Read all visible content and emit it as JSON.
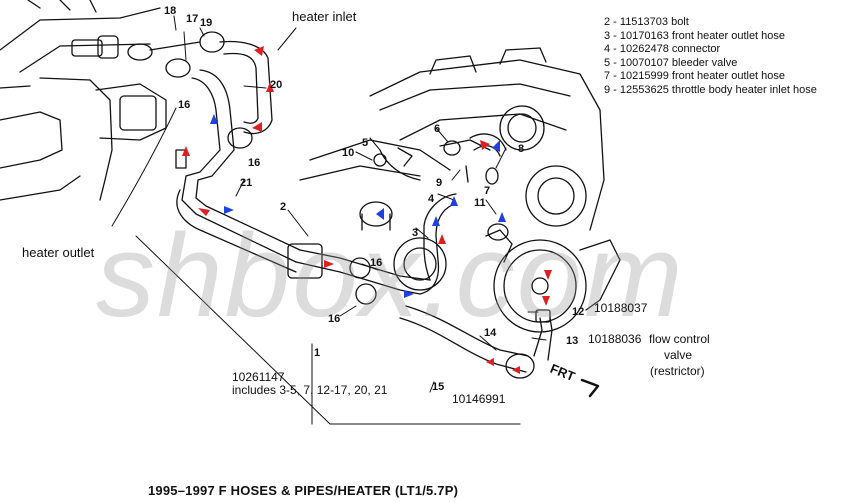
{
  "legend": [
    "2 - 11513703 bolt",
    "3 - 10170163 front heater outlet hose",
    "4 - 10262478 connector",
    "5 - 10070107 bleeder valve",
    "7 - 10215999 front heater outlet hose",
    "9 - 12553625 throttle body heater inlet hose"
  ],
  "labels": {
    "heater_inlet": "heater inlet",
    "heater_outlet": "heater outlet",
    "pn_10188037": "10188037",
    "pn_10188036": "10188036",
    "flow_control_1": "flow control",
    "flow_control_2": "valve",
    "flow_control_3": "(restrictor)",
    "pn_10261147": "10261147",
    "includes": "includes 3-5, 7, 12-17, 20, 21",
    "pn_10146991": "10146991",
    "frt": "FRT",
    "watermark": "shbox.com"
  },
  "callouts": [
    "18",
    "17",
    "19",
    "20",
    "16",
    "16",
    "21",
    "5",
    "10",
    "6",
    "8",
    "9",
    "7",
    "4",
    "11",
    "2",
    "3",
    "16",
    "16",
    "1",
    "12",
    "13",
    "14",
    "15"
  ],
  "title": "1995–1997 F HOSES & PIPES/HEATER (LT1/5.7P)",
  "colors": {
    "flow_red": "#e02020",
    "flow_blue": "#2040e0",
    "line": "#111111"
  }
}
